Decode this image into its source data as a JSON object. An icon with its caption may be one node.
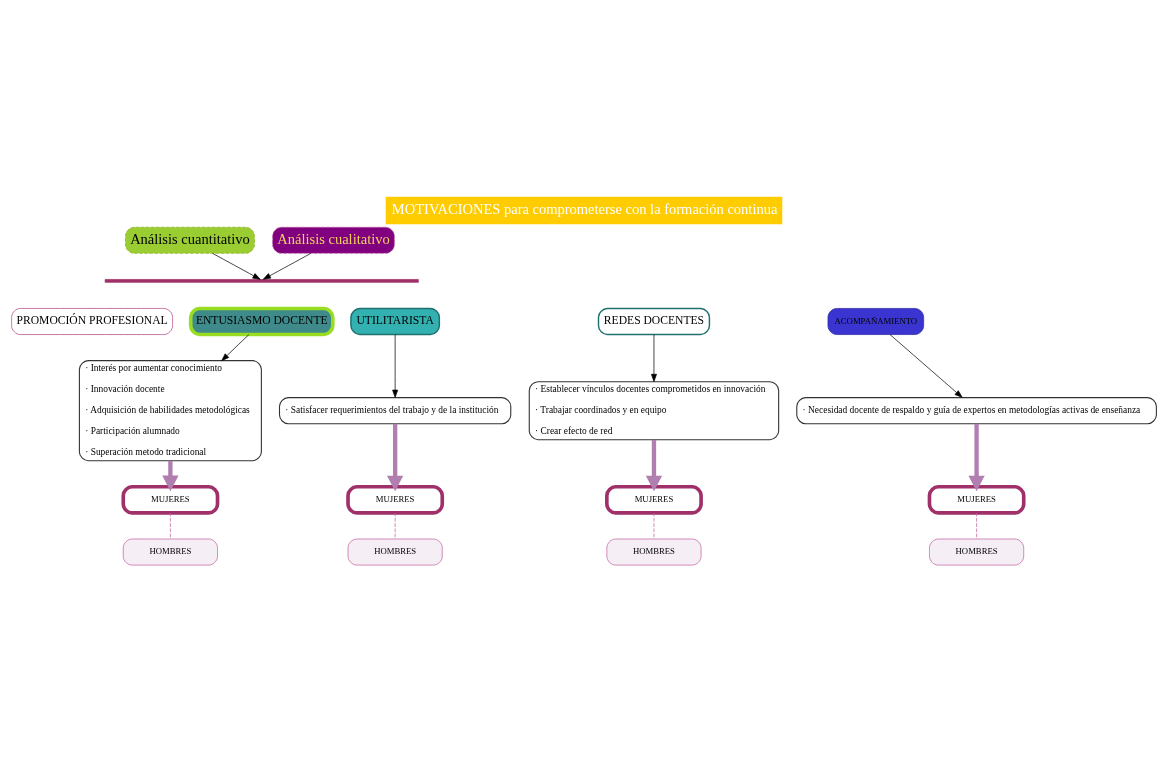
{
  "diagram": {
    "title": "MOTIVACIONES para comprometerse con la formación continua",
    "nodes": [
      {
        "text": [
          "Análisis cuantitativo"
        ]
      },
      {
        "text": [
          "Análisis cualitativo"
        ]
      },
      {
        "text": [],
        "shape": "bar"
      },
      {
        "text": [
          "PROMOCIÓN PROFESIONAL"
        ]
      },
      {
        "text": [
          "ENTUSIASMO DOCENTE"
        ]
      },
      {
        "text": [
          "UTILITARISTA"
        ]
      },
      {
        "text": [
          "REDES DOCENTES"
        ]
      },
      {
        "text": [
          "ACOMPAÑAMIENTO"
        ]
      },
      {
        "text": [
          "· Interés por aumentar conocimiento",
          "· Innovación docente",
          "· Adquisición de habilidades metodológicas",
          "· Participación alumnado",
          "· Superación metodo tradicional"
        ]
      },
      {
        "text": [
          "· Satisfacer requerimientos del trabajo y de la institución"
        ]
      },
      {
        "text": [
          "· Establecer vínculos docentes comprometidos en innovación",
          "· Trabajar coordinados y en equipo",
          "· Crear efecto de red"
        ]
      },
      {
        "text": [
          "· Necesidad docente de respaldo y guía de expertos en metodologías activas de enseñanza"
        ]
      },
      {
        "text": [
          "MUJERES"
        ]
      },
      {
        "text": [
          "HOMBRES"
        ]
      },
      {
        "text": [
          "MUJERES"
        ]
      },
      {
        "text": [
          "HOMBRES"
        ]
      },
      {
        "text": [
          "MUJERES"
        ]
      },
      {
        "text": [
          "HOMBRES"
        ]
      },
      {
        "text": [
          "MUJERES"
        ]
      },
      {
        "text": [
          "HOMBRES"
        ]
      }
    ],
    "edges": [
      {
        "from": 0,
        "to": 2,
        "arrow": "to"
      },
      {
        "from": 1,
        "to": 2,
        "arrow": "to"
      },
      {
        "from": 4,
        "to": 8,
        "arrow": "to"
      },
      {
        "from": 5,
        "to": 9,
        "arrow": "to"
      },
      {
        "from": 6,
        "to": 10,
        "arrow": "to"
      },
      {
        "from": 7,
        "to": 11,
        "arrow": "to"
      },
      {
        "from": 8,
        "to": 12,
        "arrow": "to",
        "style": "thick",
        "color": "#b07fb0"
      },
      {
        "from": 9,
        "to": 14,
        "arrow": "to",
        "style": "thick",
        "color": "#b07fb0"
      },
      {
        "from": 10,
        "to": 16,
        "arrow": "to",
        "style": "thick",
        "color": "#b07fb0"
      },
      {
        "from": 11,
        "to": 18,
        "arrow": "to",
        "style": "thick",
        "color": "#b07fb0"
      },
      {
        "from": 12,
        "to": 13,
        "arrow": "none",
        "style": "dashed",
        "color": "#c060a0"
      },
      {
        "from": 14,
        "to": 15,
        "arrow": "none",
        "style": "dashed",
        "color": "#c060a0"
      },
      {
        "from": 16,
        "to": 17,
        "arrow": "none",
        "style": "dashed",
        "color": "#c060a0"
      },
      {
        "from": 18,
        "to": 19,
        "arrow": "none",
        "style": "dashed",
        "color": "#c060a0"
      }
    ]
  }
}
